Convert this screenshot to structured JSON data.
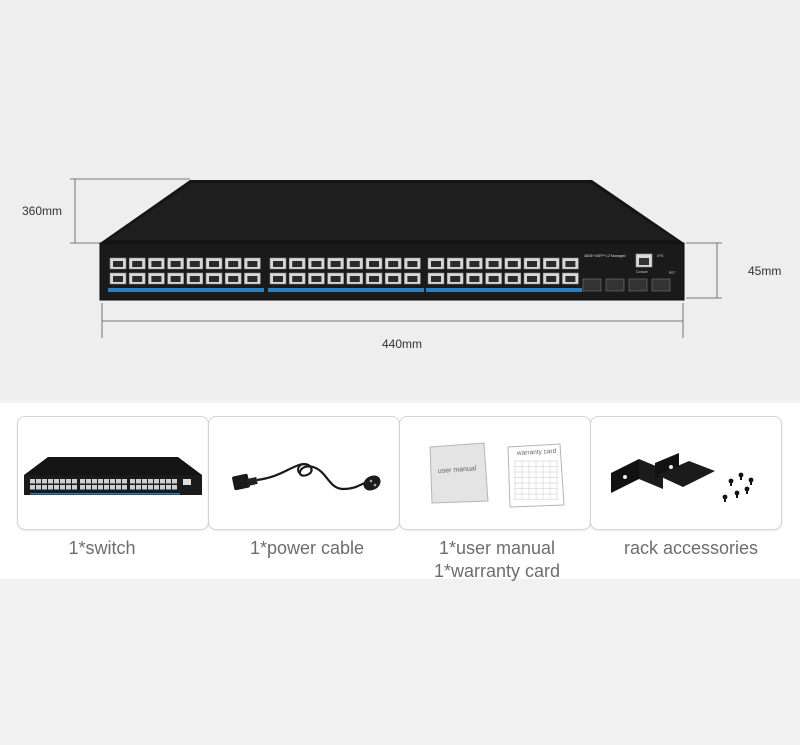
{
  "dimensions": {
    "depth": "360mm",
    "height": "45mm",
    "width": "440mm"
  },
  "switch_panel": {
    "model_line": "48GE+4SFP+",
    "type_line": "L2 Managed",
    "console_label": "Console",
    "sys_label": "SYS",
    "rst_label": "RST"
  },
  "package": {
    "switch_caption": "1*switch",
    "cable_caption": "1*power cable",
    "manual_caption_line1": "1*user manual",
    "manual_caption_line2": "1*warranty card",
    "rack_caption": "rack accessories",
    "manual_cover_text": "user manual",
    "warranty_cover_text": "warranty card"
  },
  "colors": {
    "switch_body": "#1c1c1c",
    "port_stripe": "#2a7fc1",
    "background": "#eeeeee"
  }
}
